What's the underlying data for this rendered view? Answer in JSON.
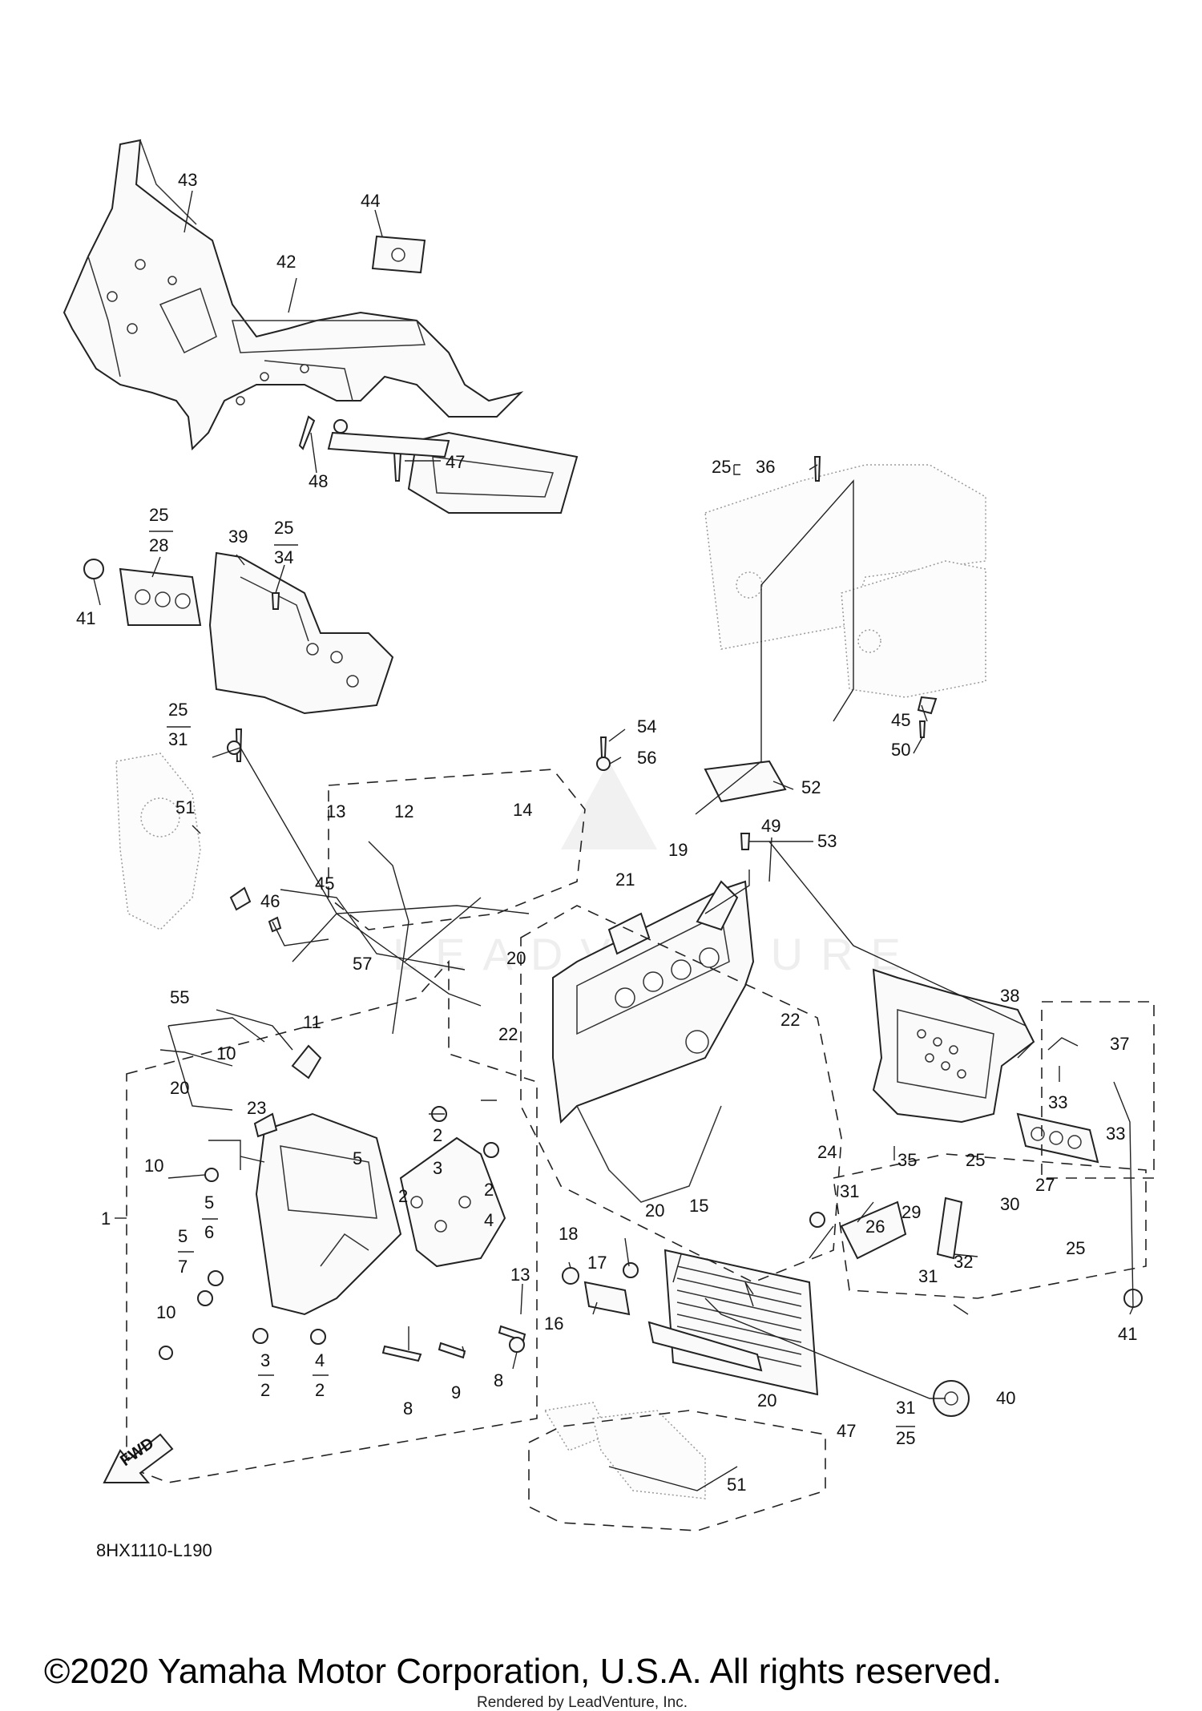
{
  "diagram": {
    "callouts": [
      {
        "id": "c43",
        "text": "43"
      },
      {
        "id": "c44",
        "text": "44"
      },
      {
        "id": "c42",
        "text": "42"
      },
      {
        "id": "c48",
        "text": "48"
      },
      {
        "id": "c47a",
        "text": "47"
      },
      {
        "id": "c25a",
        "text": "25"
      },
      {
        "id": "c36",
        "text": "36"
      },
      {
        "id": "c25b",
        "text": "25"
      },
      {
        "id": "c28",
        "text": "28"
      },
      {
        "id": "c39",
        "text": "39"
      },
      {
        "id": "c25c",
        "text": "25"
      },
      {
        "id": "c34",
        "text": "34"
      },
      {
        "id": "c41a",
        "text": "41"
      },
      {
        "id": "c25d",
        "text": "25"
      },
      {
        "id": "c31a",
        "text": "31"
      },
      {
        "id": "c45a",
        "text": "45"
      },
      {
        "id": "c50",
        "text": "50"
      },
      {
        "id": "c54",
        "text": "54"
      },
      {
        "id": "c56",
        "text": "56"
      },
      {
        "id": "c52",
        "text": "52"
      },
      {
        "id": "c53",
        "text": "53"
      },
      {
        "id": "c13a",
        "text": "13"
      },
      {
        "id": "c12",
        "text": "12"
      },
      {
        "id": "c14",
        "text": "14"
      },
      {
        "id": "c51a",
        "text": "51"
      },
      {
        "id": "c49",
        "text": "49"
      },
      {
        "id": "c19",
        "text": "19"
      },
      {
        "id": "c21",
        "text": "21"
      },
      {
        "id": "c46",
        "text": "46"
      },
      {
        "id": "c45b",
        "text": "45"
      },
      {
        "id": "c57",
        "text": "57"
      },
      {
        "id": "c20a",
        "text": "20"
      },
      {
        "id": "c55",
        "text": "55"
      },
      {
        "id": "c38",
        "text": "38"
      },
      {
        "id": "c11",
        "text": "11"
      },
      {
        "id": "c10a",
        "text": "10"
      },
      {
        "id": "c22a",
        "text": "22"
      },
      {
        "id": "c22b",
        "text": "22"
      },
      {
        "id": "c37",
        "text": "37"
      },
      {
        "id": "c20b",
        "text": "20"
      },
      {
        "id": "c23",
        "text": "23"
      },
      {
        "id": "c33a",
        "text": "33"
      },
      {
        "id": "c33b",
        "text": "33"
      },
      {
        "id": "c10b",
        "text": "10"
      },
      {
        "id": "c5a",
        "text": "5"
      },
      {
        "id": "c2a",
        "text": "2"
      },
      {
        "id": "c3a",
        "text": "3"
      },
      {
        "id": "c24",
        "text": "24"
      },
      {
        "id": "c35",
        "text": "35"
      },
      {
        "id": "c25e",
        "text": "25"
      },
      {
        "id": "c27",
        "text": "27"
      },
      {
        "id": "c1",
        "text": "1"
      },
      {
        "id": "c5b",
        "text": "5"
      },
      {
        "id": "c6",
        "text": "6"
      },
      {
        "id": "c2b",
        "text": "2"
      },
      {
        "id": "c2c",
        "text": "2"
      },
      {
        "id": "c4a",
        "text": "4"
      },
      {
        "id": "c31b",
        "text": "31"
      },
      {
        "id": "c30",
        "text": "30"
      },
      {
        "id": "c26",
        "text": "26"
      },
      {
        "id": "c29",
        "text": "29"
      },
      {
        "id": "c20c",
        "text": "20"
      },
      {
        "id": "c15",
        "text": "15"
      },
      {
        "id": "c5c",
        "text": "5"
      },
      {
        "id": "c7",
        "text": "7"
      },
      {
        "id": "c18",
        "text": "18"
      },
      {
        "id": "c17",
        "text": "17"
      },
      {
        "id": "c32",
        "text": "32"
      },
      {
        "id": "c25f",
        "text": "25"
      },
      {
        "id": "c13b",
        "text": "13"
      },
      {
        "id": "c31c",
        "text": "31"
      },
      {
        "id": "c16",
        "text": "16"
      },
      {
        "id": "c10c",
        "text": "10"
      },
      {
        "id": "c41b",
        "text": "41"
      },
      {
        "id": "c8a",
        "text": "8"
      },
      {
        "id": "c3b",
        "text": "3"
      },
      {
        "id": "c4b",
        "text": "4"
      },
      {
        "id": "c9",
        "text": "9"
      },
      {
        "id": "c40",
        "text": "40"
      },
      {
        "id": "c2d",
        "text": "2"
      },
      {
        "id": "c2e",
        "text": "2"
      },
      {
        "id": "c8b",
        "text": "8"
      },
      {
        "id": "c20d",
        "text": "20"
      },
      {
        "id": "c47b",
        "text": "47"
      },
      {
        "id": "c31d",
        "text": "31"
      },
      {
        "id": "c25g",
        "text": "25"
      },
      {
        "id": "c51b",
        "text": "51"
      }
    ],
    "fwd_label": "FWD",
    "drawing_code": "8HX1110-L190",
    "watermark": "LEADVENTURE"
  },
  "footer": {
    "copyright": "©2020 Yamaha Motor Corporation, U.S.A. All rights reserved.",
    "rendered_by": "Rendered by LeadVenture, Inc."
  }
}
